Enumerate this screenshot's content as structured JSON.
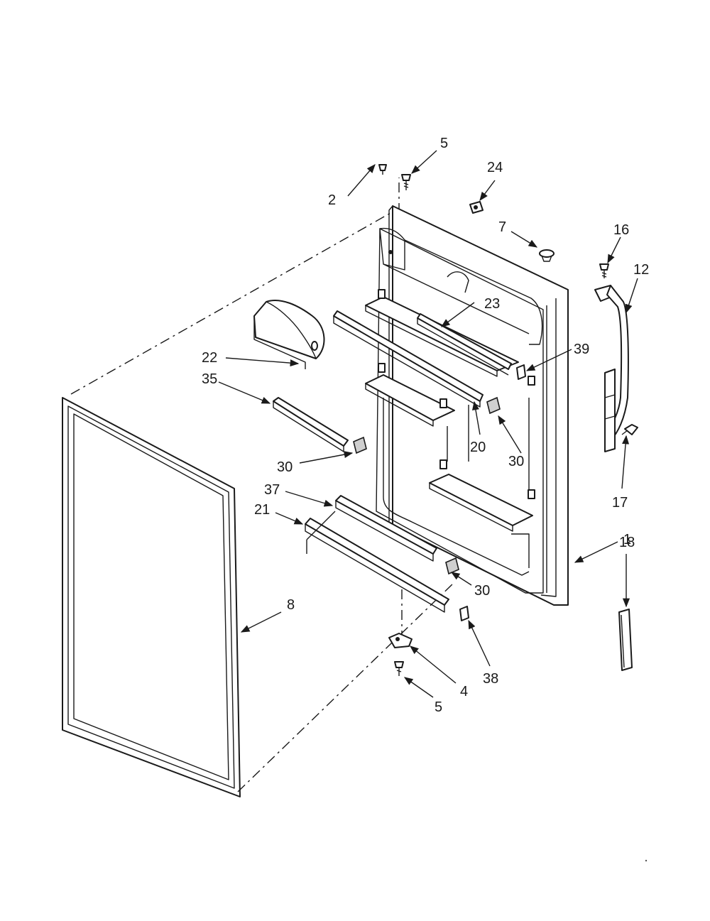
{
  "callouts": [
    {
      "id": "c5a",
      "text": "5"
    },
    {
      "id": "c24",
      "text": "24"
    },
    {
      "id": "c2",
      "text": "2"
    },
    {
      "id": "c7",
      "text": "7"
    },
    {
      "id": "c16",
      "text": "16"
    },
    {
      "id": "c12",
      "text": "12"
    },
    {
      "id": "c23",
      "text": "23"
    },
    {
      "id": "c39",
      "text": "39"
    },
    {
      "id": "c22",
      "text": "22"
    },
    {
      "id": "c35",
      "text": "35"
    },
    {
      "id": "c20",
      "text": "20"
    },
    {
      "id": "c30a",
      "text": "30"
    },
    {
      "id": "c30b",
      "text": "30"
    },
    {
      "id": "c17",
      "text": "17"
    },
    {
      "id": "c37",
      "text": "37"
    },
    {
      "id": "c21",
      "text": "21"
    },
    {
      "id": "c1",
      "text": "1"
    },
    {
      "id": "c18",
      "text": "18"
    },
    {
      "id": "c30c",
      "text": "30"
    },
    {
      "id": "c8",
      "text": "8"
    },
    {
      "id": "c38",
      "text": "38"
    },
    {
      "id": "c4",
      "text": "4"
    },
    {
      "id": "c5b",
      "text": "5"
    }
  ]
}
